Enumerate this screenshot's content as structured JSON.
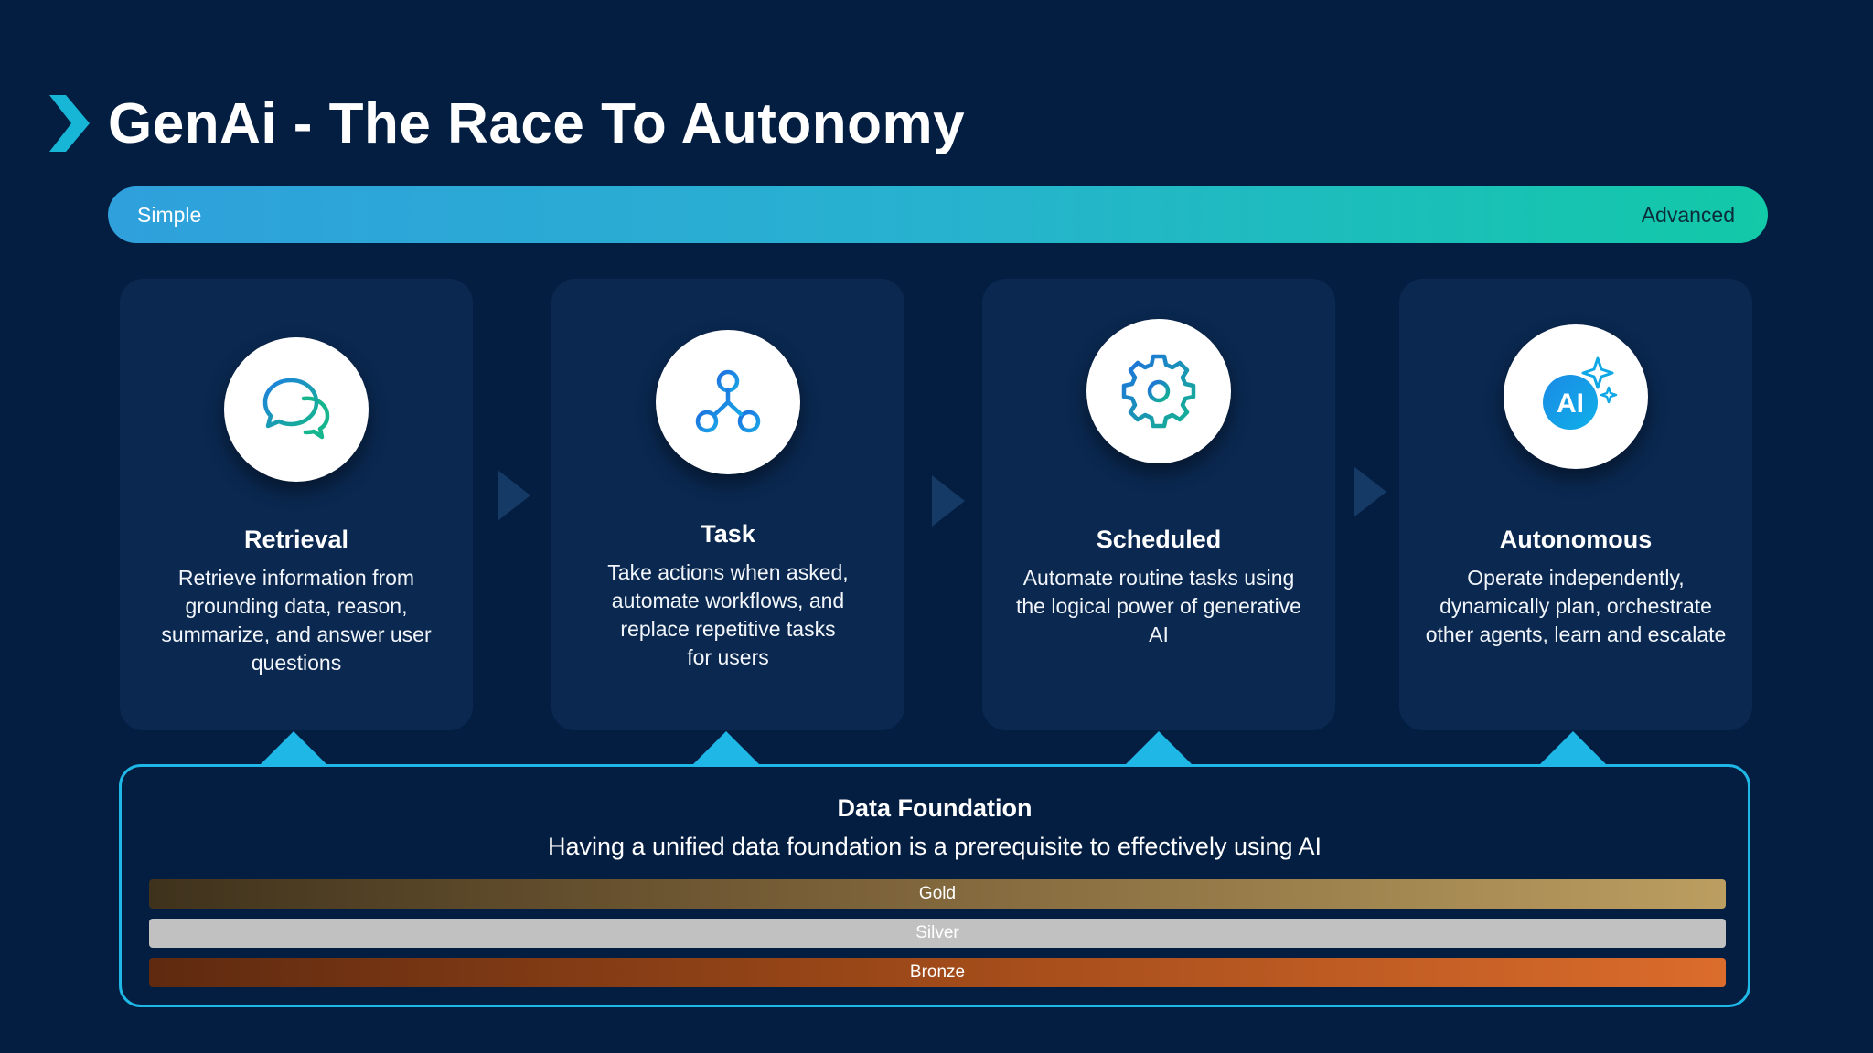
{
  "title": "GenAi - The Race To Autonomy",
  "scale": {
    "left_label": "Simple",
    "right_label": "Advanced"
  },
  "stages": [
    {
      "name": "Retrieval",
      "icon": "chat-bubbles-icon",
      "lines": [
        "Retrieve information from",
        "grounding data, reason,",
        "summarize, and answer user",
        "questions"
      ]
    },
    {
      "name": "Task",
      "icon": "workflow-nodes-icon",
      "lines": [
        "Take actions when asked,",
        "automate workflows, and",
        "replace repetitive tasks",
        "for users"
      ]
    },
    {
      "name": "Scheduled",
      "icon": "gear-icon",
      "lines": [
        "Automate routine tasks using",
        "the logical power of generative",
        "AI"
      ]
    },
    {
      "name": "Autonomous",
      "icon": "ai-sparkle-icon",
      "icon_text": "AI",
      "lines": [
        "Operate independently,",
        "dynamically plan, orchestrate",
        "other agents, learn and escalate"
      ]
    }
  ],
  "foundation": {
    "title": "Data Foundation",
    "subtitle": "Having a unified data foundation is a prerequisite to effectively using AI",
    "tiers": [
      "Gold",
      "Silver",
      "Bronze"
    ]
  },
  "colors": {
    "background": "#041e42",
    "card": "#0a2850",
    "accent_cyan": "#1fb8e6",
    "accent_teal": "#12c9a8",
    "gold": "#bb9e60",
    "silver": "#c1c1c1",
    "bronze": "#db6c2c"
  }
}
